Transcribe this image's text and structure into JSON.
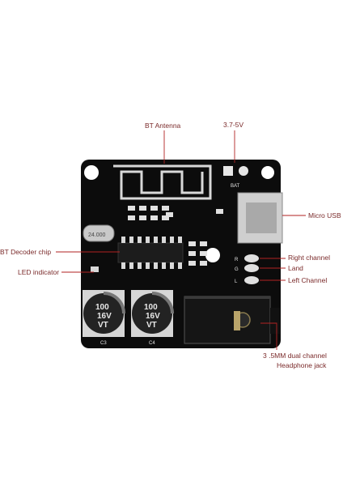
{
  "labels": {
    "bt_antenna": "BT Antenna",
    "voltage": "3.7-5V",
    "micro_usb": "Micro USB",
    "bt_decoder_chip": "BT Decoder chip",
    "led_indicator": "LED indicator",
    "right_channel": "Right channel",
    "land": "Land",
    "left_channel": "Left Channel",
    "headphone_jack_line1": "3 .5MM dual channel",
    "headphone_jack_line2": "Headphone jack"
  },
  "board_marks": {
    "bat": "BAT",
    "crystal": "24.000",
    "cap1_value": "100",
    "cap1_voltage": "16V",
    "cap1_series": "VT",
    "cap2_value": "100",
    "cap2_voltage": "16V",
    "cap2_series": "VT",
    "cap1_ref": "C3",
    "cap2_ref": "C4",
    "r1": "R",
    "g": "G",
    "l": "L"
  },
  "colors": {
    "board": "#0c0c0c",
    "leader": "#b22222",
    "label_text": "#7a2a2a"
  }
}
